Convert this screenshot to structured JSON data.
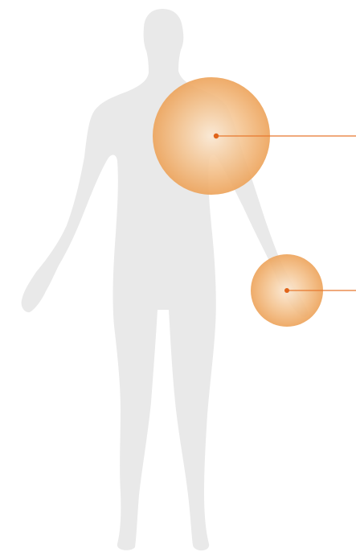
{
  "colors": {
    "background": "#ffffff",
    "body_silhouette": "#e9e9e9",
    "highlight_center": "#fbe9d4",
    "highlight_edge": "#eea964",
    "leader_line": "#e8782e",
    "marker_dot": "#e0641a"
  },
  "figure": {
    "view": "front",
    "hotspots": [
      {
        "id": "shoulder"
      },
      {
        "id": "hand"
      }
    ]
  }
}
